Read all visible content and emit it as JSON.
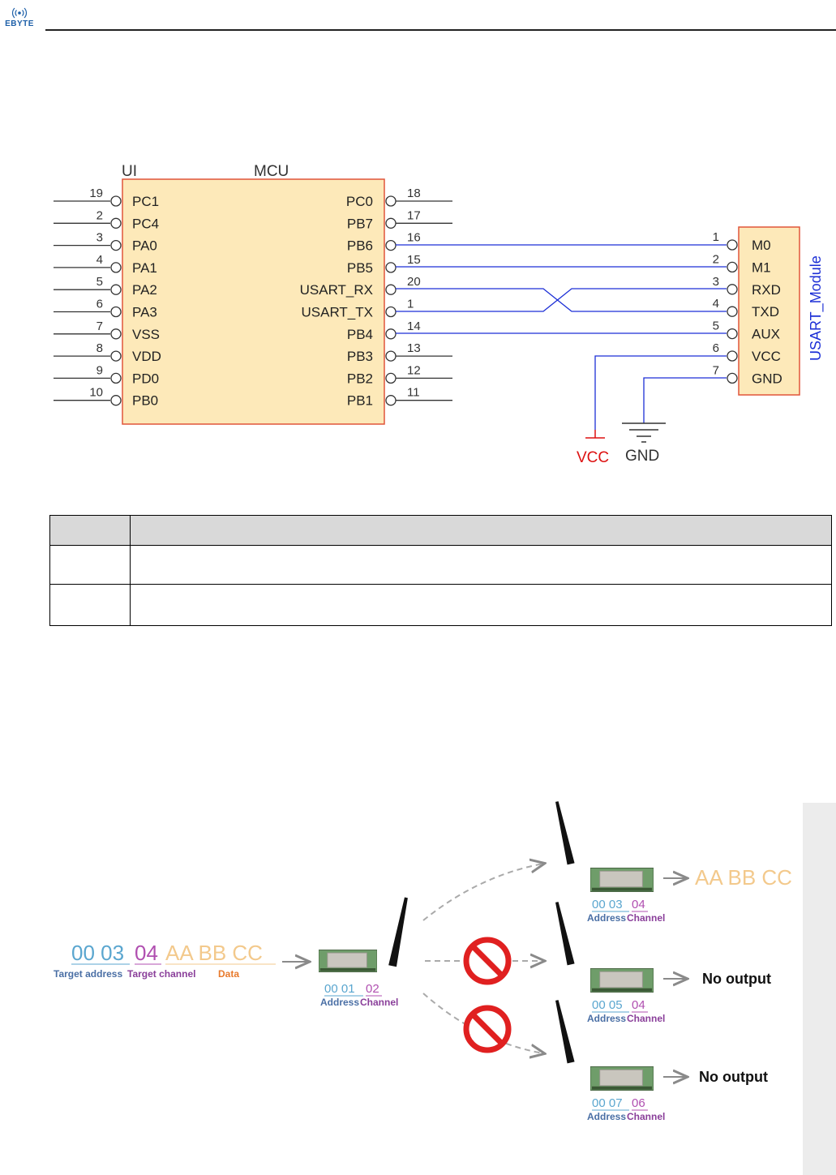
{
  "header": {
    "brand": "EBYTE"
  },
  "schematic": {
    "mcu_labels": {
      "ui": "UI",
      "mcu": "MCU"
    },
    "left_pins": [
      {
        "num": "19",
        "name": "PC1"
      },
      {
        "num": "2",
        "name": "PC4"
      },
      {
        "num": "3",
        "name": "PA0"
      },
      {
        "num": "4",
        "name": "PA1"
      },
      {
        "num": "5",
        "name": "PA2"
      },
      {
        "num": "6",
        "name": "PA3"
      },
      {
        "num": "7",
        "name": "VSS"
      },
      {
        "num": "8",
        "name": "VDD"
      },
      {
        "num": "9",
        "name": "PD0"
      },
      {
        "num": "10",
        "name": "PB0"
      }
    ],
    "right_pins": [
      {
        "num": "18",
        "name": "PC0"
      },
      {
        "num": "17",
        "name": "PB7"
      },
      {
        "num": "16",
        "name": "PB6"
      },
      {
        "num": "15",
        "name": "PB5"
      },
      {
        "num": "20",
        "name": "USART_RX"
      },
      {
        "num": "1",
        "name": "USART_TX"
      },
      {
        "num": "14",
        "name": "PB4"
      },
      {
        "num": "13",
        "name": "PB3"
      },
      {
        "num": "12",
        "name": "PB2"
      },
      {
        "num": "11",
        "name": "PB1"
      }
    ],
    "module_title": "USART_Module",
    "module_pins": [
      {
        "num": "1",
        "name": "M0"
      },
      {
        "num": "2",
        "name": "M1"
      },
      {
        "num": "3",
        "name": "RXD"
      },
      {
        "num": "4",
        "name": "TXD"
      },
      {
        "num": "5",
        "name": "AUX"
      },
      {
        "num": "6",
        "name": "VCC"
      },
      {
        "num": "7",
        "name": "GND"
      }
    ],
    "vcc_label": "VCC",
    "gnd_label": "GND",
    "colors": {
      "chip_fill": "#fde9b9",
      "chip_border": "#e0553a",
      "wire": "#1c2fd6",
      "vcc": "#dd1111",
      "module_text": "#1c2fd6"
    }
  },
  "table": {
    "header": [
      "",
      ""
    ],
    "rows": [
      [
        "",
        ""
      ],
      [
        "",
        ""
      ]
    ]
  },
  "transmission": {
    "sender_hex": [
      {
        "text": "00 03",
        "color": "#5aa6cf"
      },
      {
        "text": "04",
        "color": "#b04fb0"
      },
      {
        "text": "AA BB CC",
        "color": "#f3c98c"
      }
    ],
    "sender_captions": {
      "target_address": "Target address",
      "target_channel": "Target channel",
      "data": "Data"
    },
    "sender_module": {
      "address": "00 01",
      "channel": "02"
    },
    "receivers": [
      {
        "address": "00 03",
        "channel": "04",
        "output": "AA BB CC"
      },
      {
        "address": "00 05",
        "channel": "04",
        "output": "No output"
      },
      {
        "address": "00 07",
        "channel": "06",
        "output": "No output"
      }
    ],
    "caption_address": "Address",
    "caption_channel": "Channel",
    "colors": {
      "address": "#5aa6cf",
      "channel": "#b04fb0",
      "data": "#f3c98c",
      "caption_addr": "#4a6fa5",
      "caption_chan": "#8a3f9a",
      "data_label": "#e87a2c",
      "forbid": "#e02020"
    }
  }
}
